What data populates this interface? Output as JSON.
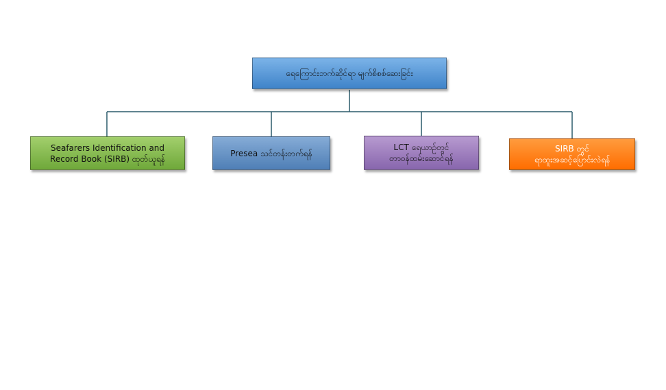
{
  "diagram": {
    "root": {
      "label": "ရေကြောင်းဘက်ဆိုင်ရာ မျက်စိစစ်ဆေးခြင်း"
    },
    "children": [
      {
        "line1": "Seafarers Identification and",
        "line2": "Record Book (SIRB) ထုတ်ယူရန်"
      },
      {
        "line1": "Presea သင်တန်းတက်ရန်",
        "line2": ""
      },
      {
        "line1": "LCT ရေယာဉ်တွင်",
        "line2": "တာဝန်ထမ်းဆောင်ရန်"
      },
      {
        "line1": "SIRB တွင်",
        "line2": "ရာထူးအဆင့်ပြောင်းလဲရန်"
      }
    ],
    "colors": {
      "root": "#4a8fd4",
      "child_1": "#7fb447",
      "child_2": "#5b8dc4",
      "child_3": "#9575b8",
      "child_4": "#ff7400",
      "connector": "#2b5a6a"
    }
  }
}
